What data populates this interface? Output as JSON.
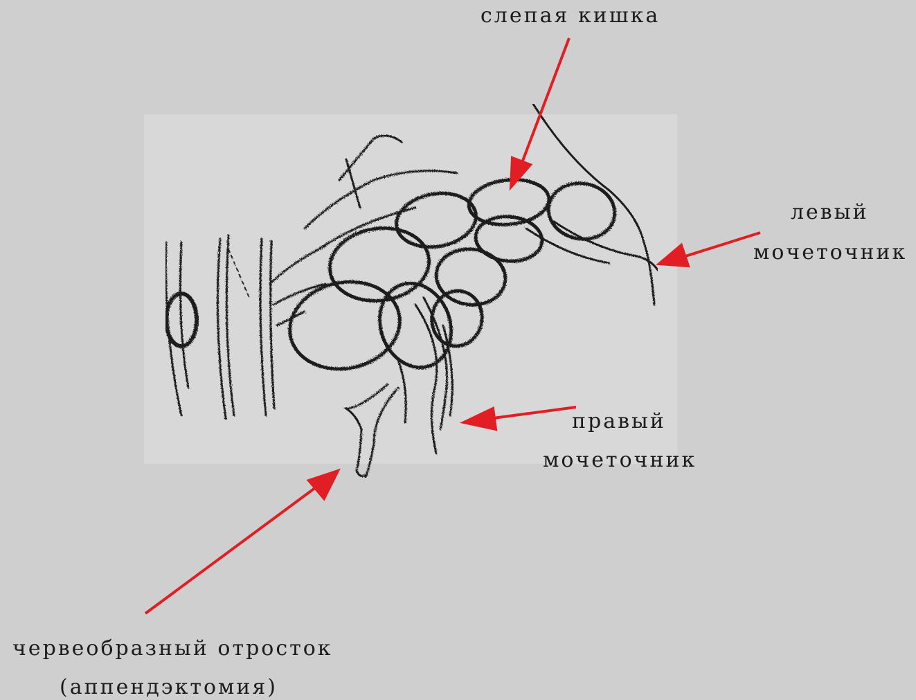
{
  "labels": {
    "cecum": "слепая кишка",
    "left_ureter_line1": "левый",
    "left_ureter_line2": "мочеточник",
    "right_ureter_line1": "правый",
    "right_ureter_line2": "мочеточник",
    "appendix_line1": "червеобразный отросток",
    "appendix_line2": "(аппендэктомия)"
  },
  "colors": {
    "background": "#cfcfcf",
    "image_panel": "#dcdcdc",
    "sketch": "#1e1e1e",
    "arrow": "#e01e24"
  }
}
